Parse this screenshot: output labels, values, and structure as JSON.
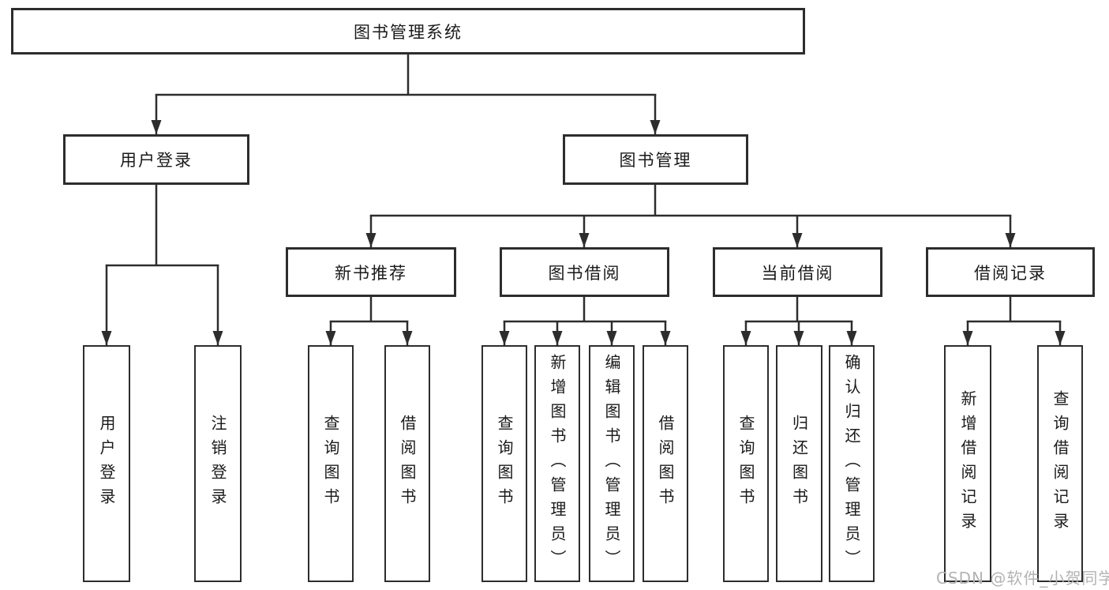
{
  "diagram": {
    "root": "图书管理系统",
    "branches": [
      {
        "label": "用户登录",
        "children": [
          "用户登录",
          "注销登录"
        ]
      },
      {
        "label": "图书管理",
        "groups": [
          {
            "label": "新书推荐",
            "children": [
              "查询图书",
              "借阅图书"
            ]
          },
          {
            "label": "图书借阅",
            "children": [
              "查询图书",
              "新增图书（管理员）",
              "编辑图书（管理员）",
              "借阅图书"
            ]
          },
          {
            "label": "当前借阅",
            "children": [
              "查询图书",
              "归还图书",
              "确认归还（管理员）"
            ]
          },
          {
            "label": "借阅记录",
            "children": [
              "新增借阅记录",
              "查询借阅记录"
            ]
          }
        ]
      }
    ]
  },
  "watermark": "CSDN @软件_小贺同学",
  "colors": {
    "line": "#2d2d2d",
    "text": "#1a1a1a",
    "background": "#ffffff",
    "watermark": "#b3b3b3"
  }
}
